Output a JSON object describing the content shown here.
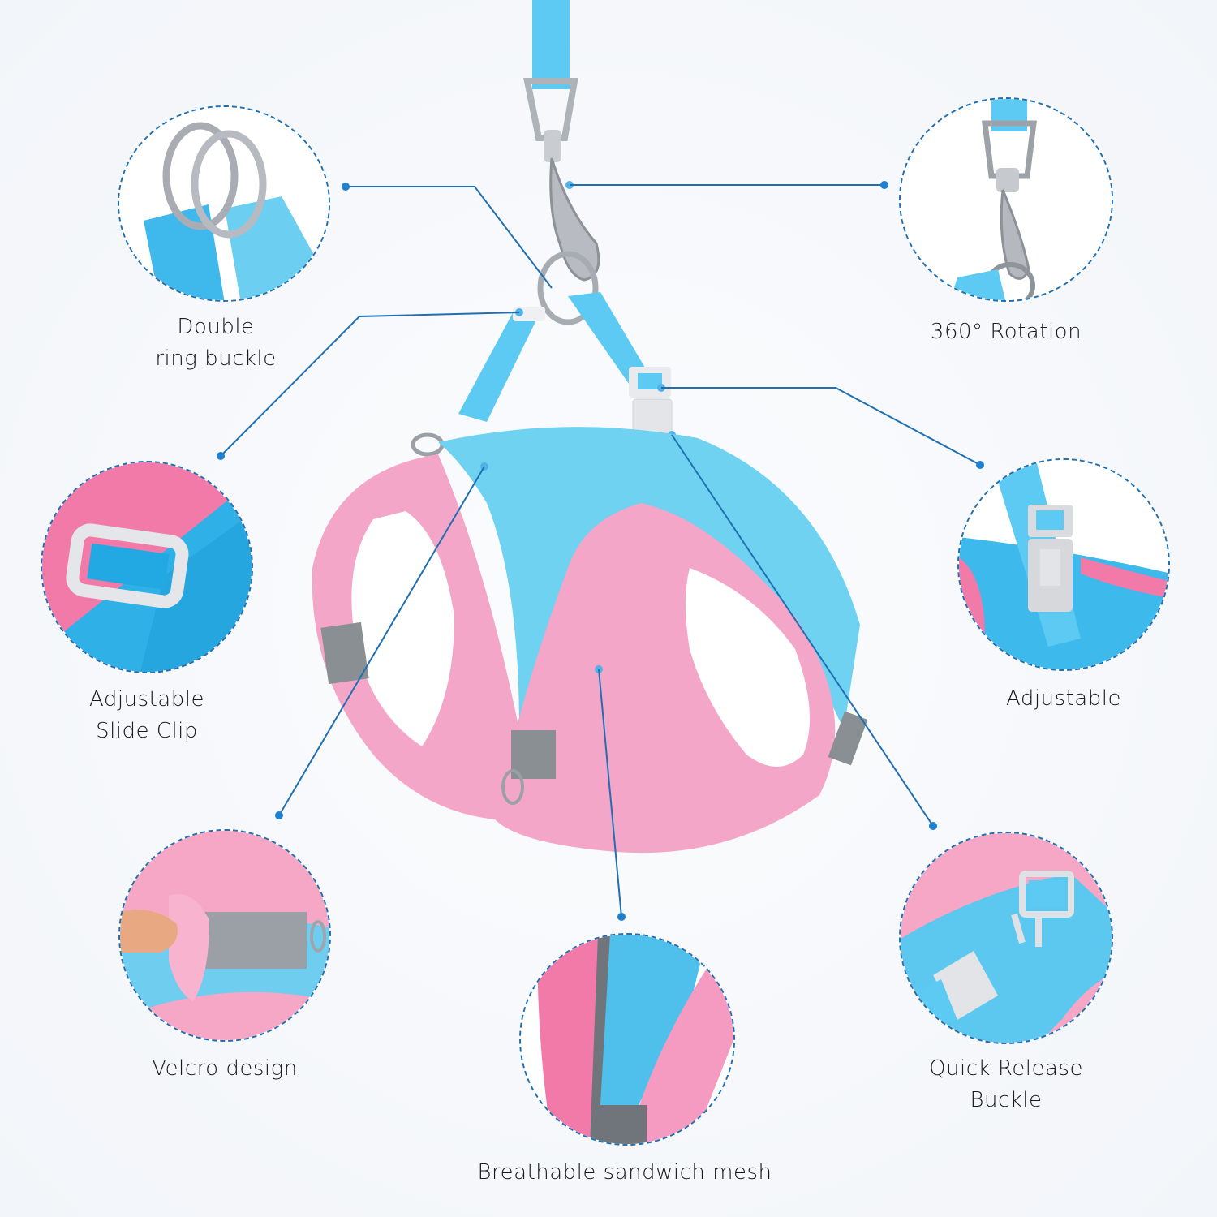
{
  "infographic": {
    "subject": "Pet harness with leash",
    "accent_color": "#1f6fb2",
    "colors": {
      "strap_blue": "#4cc3ef",
      "mesh_blue": "#6fd2f0",
      "pink": "#f4a6c8",
      "hot_pink": "#ef7fb0",
      "reflective_gray": "#8a8f94",
      "buckle_gray": "#e3e5e8",
      "metal": "#c9ccd1"
    }
  },
  "features": [
    {
      "id": "double-ring-buckle",
      "label_line1": "Double",
      "label_line2": "ring buckle"
    },
    {
      "id": "rotation-360",
      "label_line1": "360° Rotation",
      "label_line2": ""
    },
    {
      "id": "adjustable-slide-clip",
      "label_line1": "Adjustable",
      "label_line2": "Slide Clip"
    },
    {
      "id": "adjustable",
      "label_line1": "Adjustable",
      "label_line2": ""
    },
    {
      "id": "velcro-design",
      "label_line1": "Velcro design",
      "label_line2": ""
    },
    {
      "id": "quick-release-buckle",
      "label_line1": "Quick Release",
      "label_line2": "Buckle"
    },
    {
      "id": "breathable-mesh",
      "label_line1": "Breathable sandwich mesh",
      "label_line2": ""
    }
  ]
}
